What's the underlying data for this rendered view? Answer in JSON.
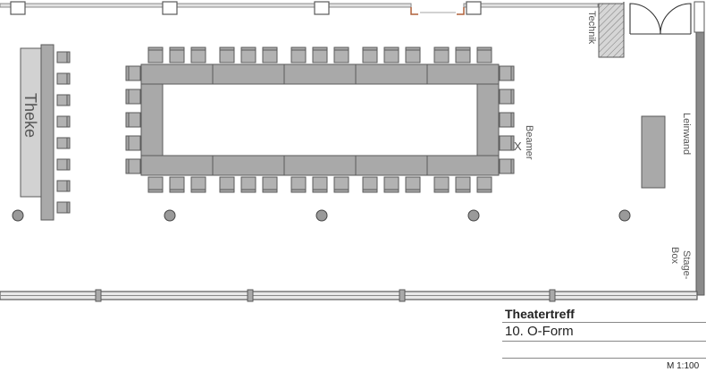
{
  "labels": {
    "bar": "Theke",
    "technik": "Technik",
    "screen": "Leinwand",
    "beamer": "Beamer",
    "beamer_mark": "X",
    "stagebox_1": "Stage-",
    "stagebox_2": "Box"
  },
  "title_block": {
    "room": "Theatertreff",
    "layout": "10. O-Form",
    "scale": "M 1:100"
  },
  "colors": {
    "wall": "#8a8a8a",
    "table": "#a9a9a9",
    "chair": "#b2b2b2",
    "outline": "#5a5a5a",
    "door_accent": "#b0613a"
  }
}
